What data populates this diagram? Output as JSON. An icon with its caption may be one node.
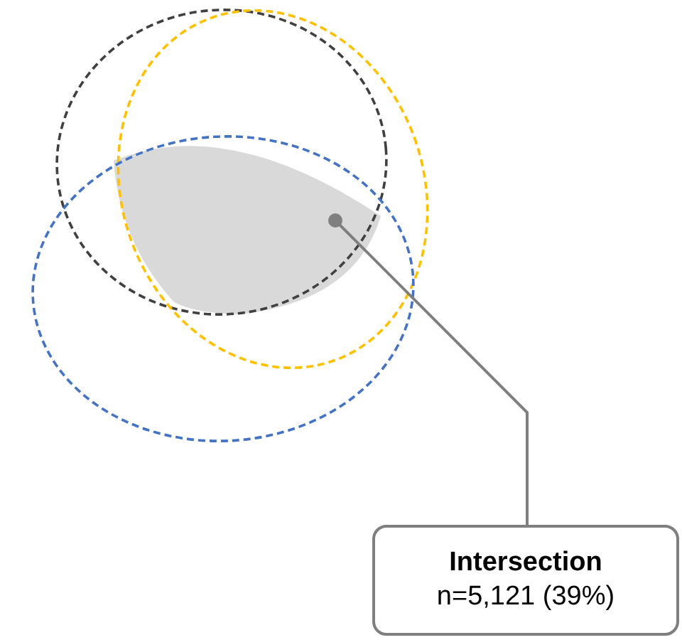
{
  "diagram": {
    "nodes": [
      {
        "text": [],
        "shape": "ellipse"
      },
      {
        "text": [],
        "shape": "ellipse"
      },
      {
        "text": [],
        "shape": "ellipse"
      },
      {
        "text": [],
        "shape": "region"
      },
      {
        "text": [
          "Intersection",
          "n=5,121 (39%)"
        ]
      }
    ],
    "edges": [
      {
        "from": 4,
        "to": 3,
        "arrow": "other"
      }
    ]
  }
}
